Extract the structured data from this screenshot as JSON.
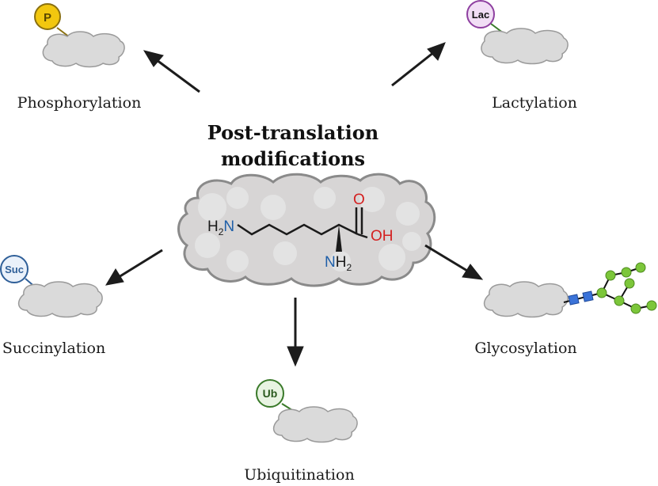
{
  "title": {
    "line1": "Post-translation",
    "line2": "modifications"
  },
  "center_molecule": {
    "name": "lysine",
    "amine_left": "H",
    "amine_left_sub": "2",
    "amine_left_N": "N",
    "carbonyl_O": "O",
    "hydroxyl": "OH",
    "alpha_amine_N": "N",
    "alpha_amine_H": "H",
    "alpha_amine_sub": "2",
    "colors": {
      "nitrogen": "#1f5fa8",
      "oxygen": "#d42020",
      "carbon_bond": "#1a1a1a"
    }
  },
  "modifications": [
    {
      "id": "phosphorylation",
      "label": "Phosphorylation",
      "badge": "P",
      "badge_fill": "#f2c70f",
      "badge_stroke": "#8a7010",
      "badge_text_color": "#5a4800"
    },
    {
      "id": "lactylation",
      "label": "Lactylation",
      "badge": "Lac",
      "badge_fill": "#f1def5",
      "badge_stroke": "#8e3fa0",
      "badge_text_color": "#111111"
    },
    {
      "id": "succinylation",
      "label": "Succinylation",
      "badge": "Suc",
      "badge_fill": "#eaf1fa",
      "badge_stroke": "#2f5f98",
      "badge_text_color": "#2f5f98"
    },
    {
      "id": "ubiquitination",
      "label": "Ubiquitination",
      "badge": "Ub",
      "badge_fill": "#e8f4e2",
      "badge_stroke": "#3a7a2a",
      "badge_text_color": "#2a5a1e"
    },
    {
      "id": "glycosylation",
      "label": "Glycosylation",
      "badge": "",
      "glycan_square_color": "#3b73d8",
      "glycan_circle_color": "#7cc63a"
    }
  ],
  "colors": {
    "protein_fill": "#d9d9d9",
    "protein_stroke": "#8a8a8a",
    "arrow": "#1c1c1c"
  }
}
